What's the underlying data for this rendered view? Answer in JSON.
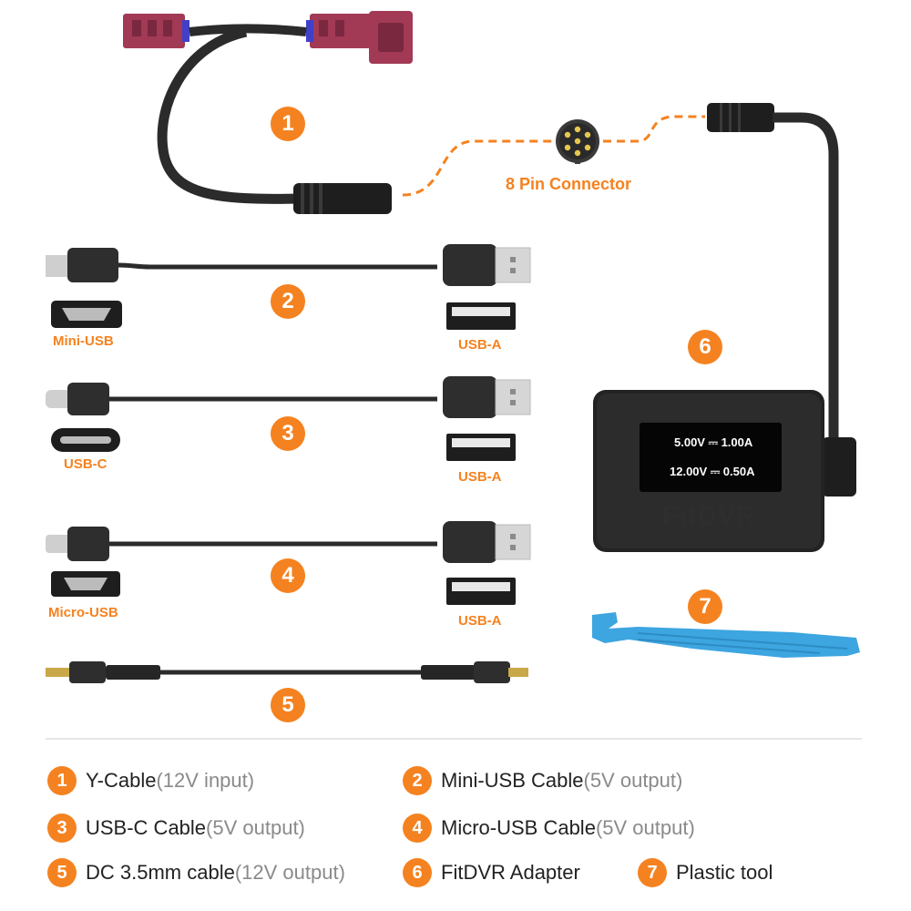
{
  "colors": {
    "accent": "#f58220",
    "cable": "#2b2b2b",
    "connector_red": "#a23a55",
    "tool_blue": "#3da5e0"
  },
  "diagram": {
    "badges": [
      "1",
      "2",
      "3",
      "4",
      "5",
      "6",
      "7"
    ],
    "pin_connector_label": "8 Pin Connector",
    "port_labels": {
      "mini_usb": "Mini-USB",
      "usb_a_2": "USB-A",
      "usb_c": "USB-C",
      "usb_a_3": "USB-A",
      "micro_usb": "Micro-USB",
      "usb_a_4": "USB-A"
    },
    "adapter": {
      "brand": "FitDVR",
      "screen_line_1": "5.00V ⎓ 1.00A",
      "screen_line_2": "12.00V ⎓ 0.50A"
    }
  },
  "legend": [
    {
      "num": "1",
      "name": "Y-Cable",
      "note": "(12V input)"
    },
    {
      "num": "2",
      "name": "Mini-USB Cable",
      "note": "(5V output)"
    },
    {
      "num": "3",
      "name": "USB-C Cable",
      "note": "(5V output)"
    },
    {
      "num": "4",
      "name": "Micro-USB Cable",
      "note": "(5V output)"
    },
    {
      "num": "5",
      "name": "DC 3.5mm cable",
      "note": "(12V output)"
    },
    {
      "num": "6",
      "name": "FitDVR Adapter",
      "note": ""
    },
    {
      "num": "7",
      "name": "Plastic tool",
      "note": ""
    }
  ]
}
